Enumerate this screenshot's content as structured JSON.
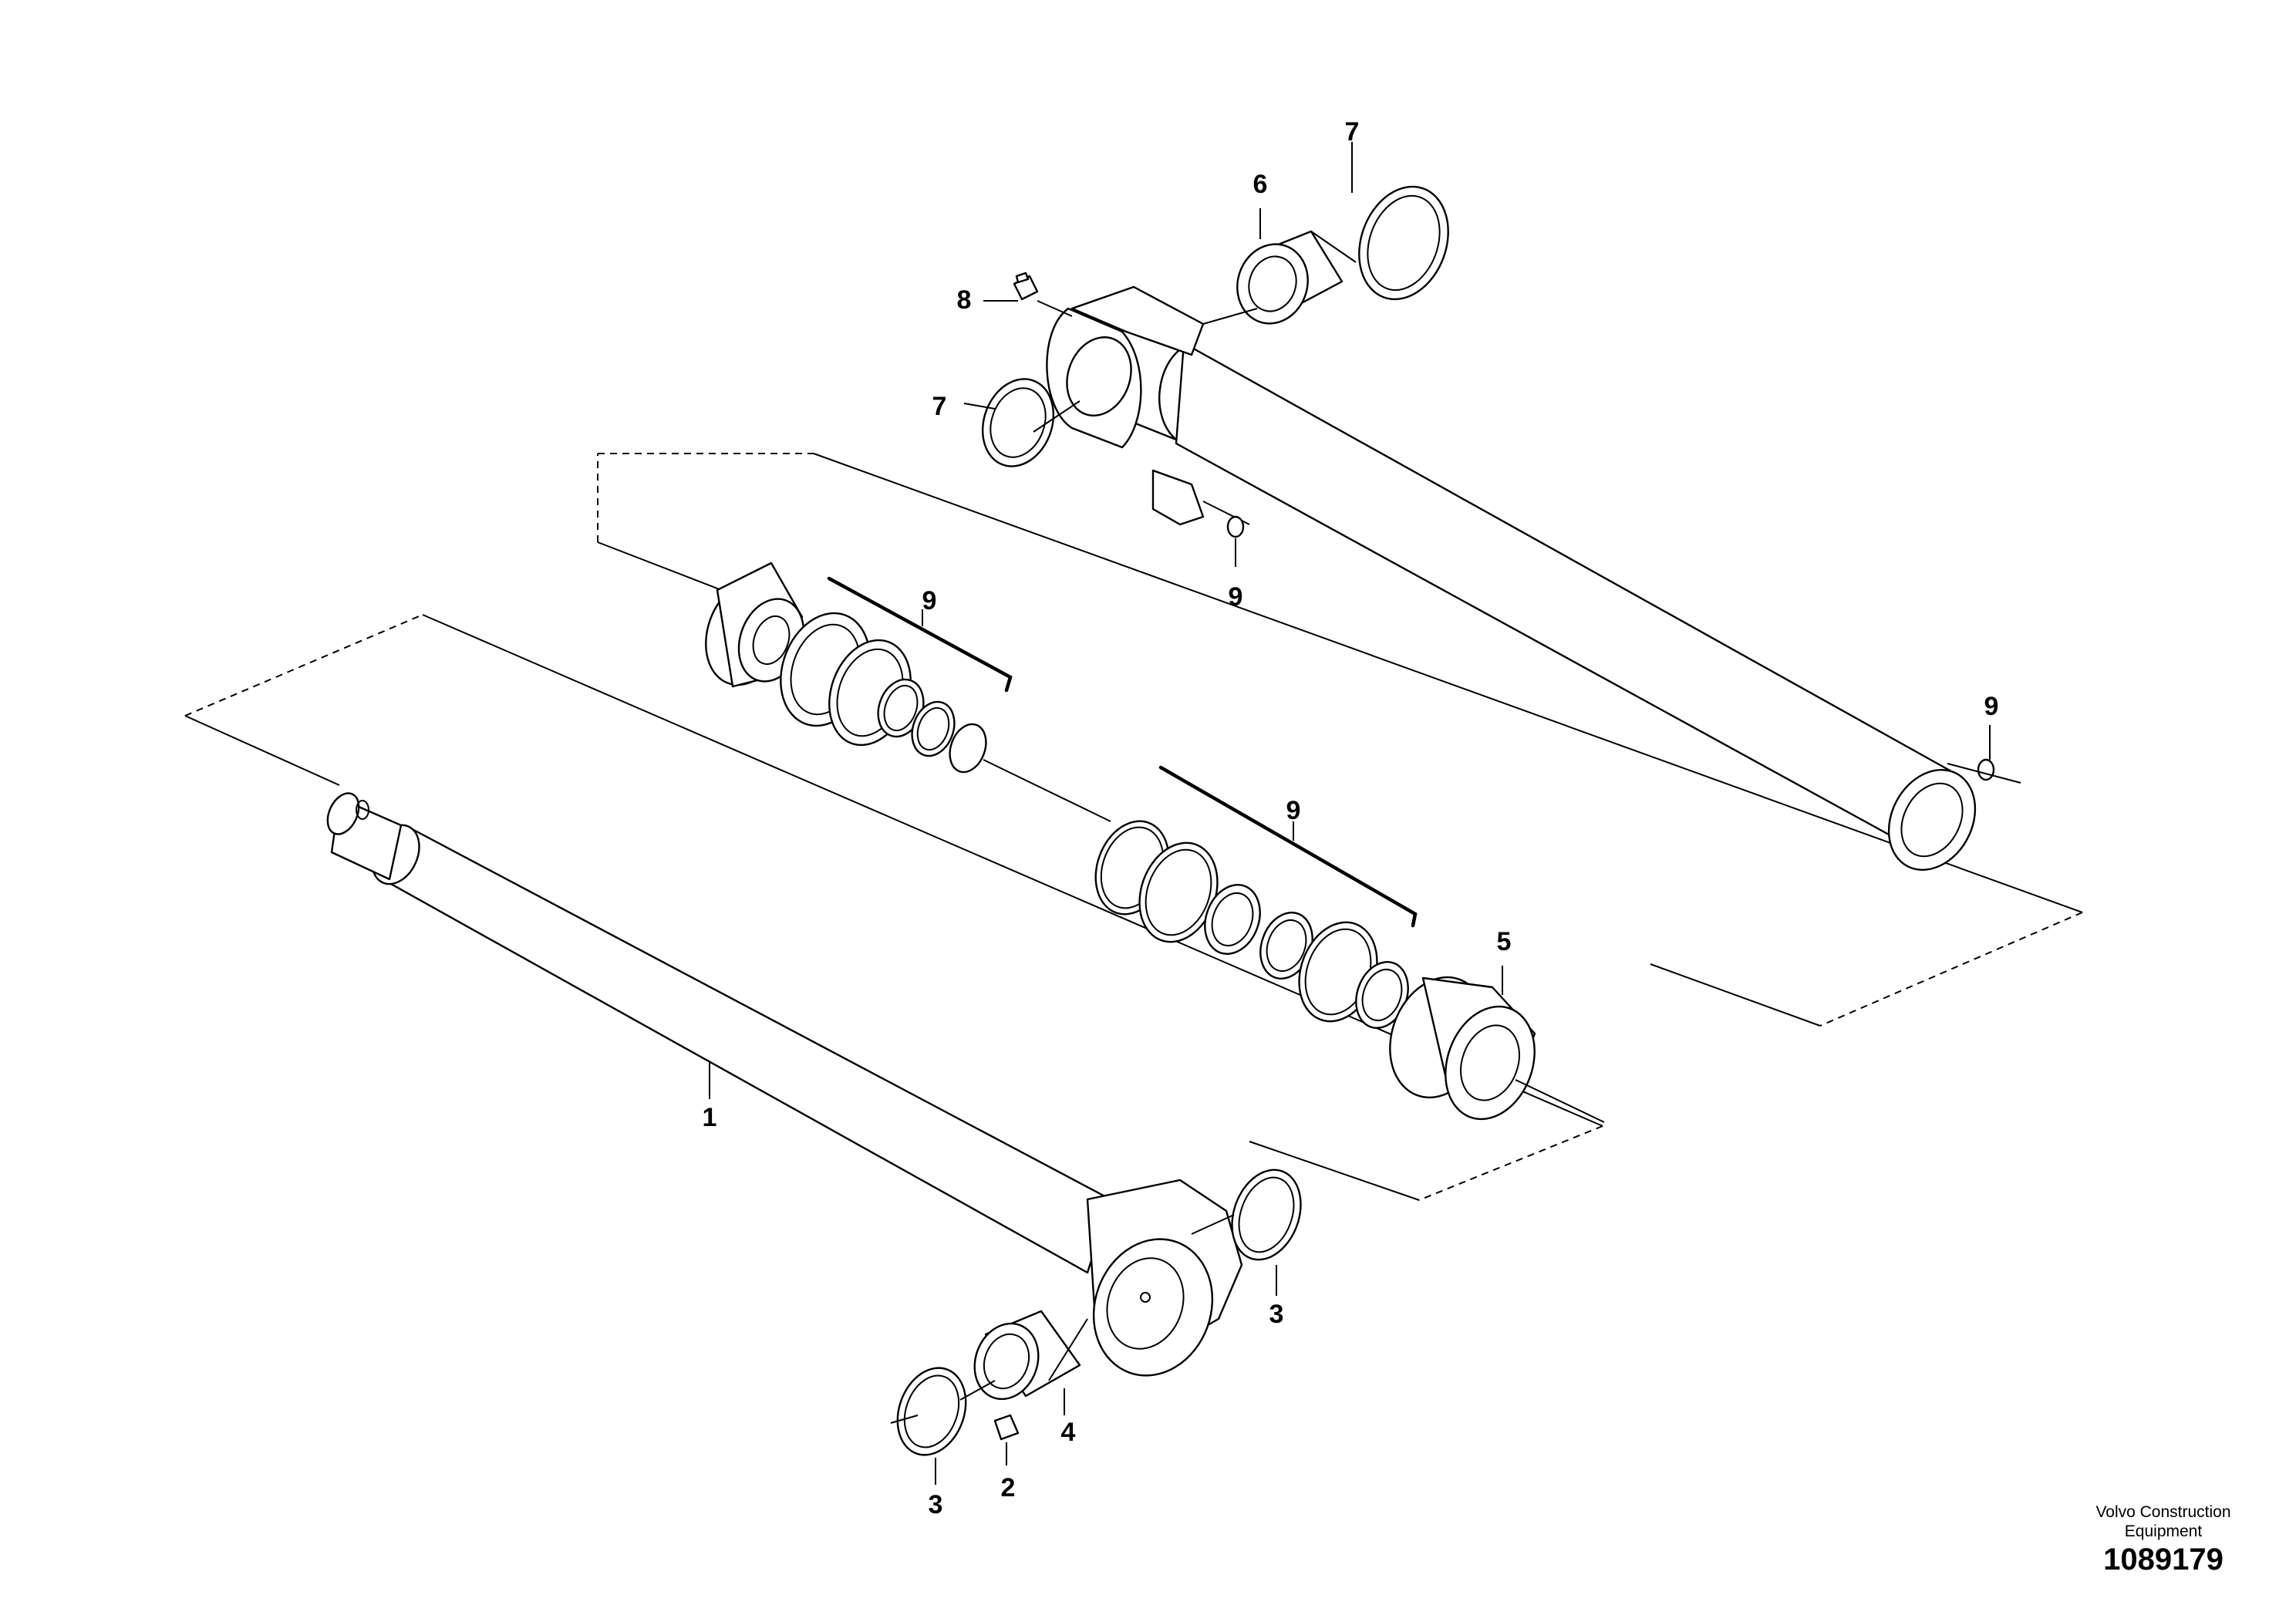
{
  "callouts": {
    "c1": "1",
    "c2": "2",
    "c3": "3",
    "c4": "4",
    "c5": "5",
    "c6": "6",
    "c7": "7",
    "c8": "8",
    "c9": "9"
  },
  "footer": {
    "brand_line1": "Volvo Construction",
    "brand_line2": "Equipment",
    "drawing_number": "1089179"
  }
}
